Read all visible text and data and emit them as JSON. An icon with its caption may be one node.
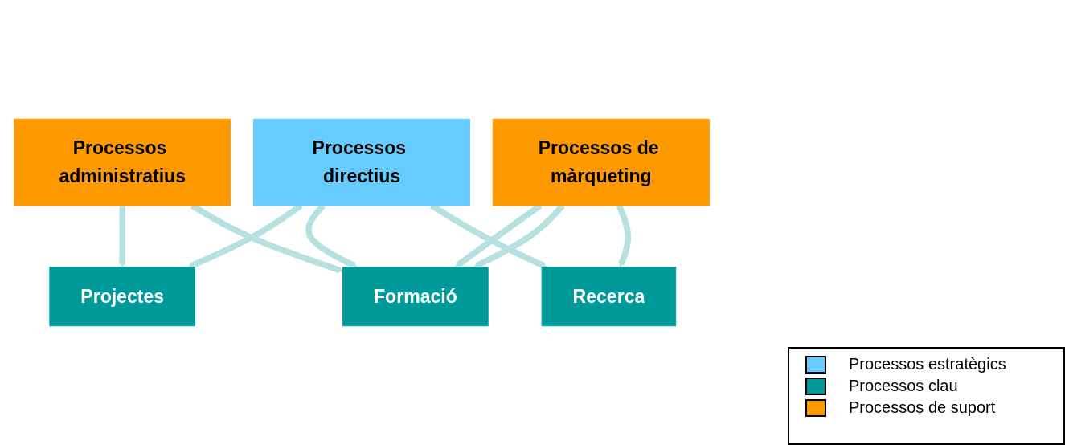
{
  "diagram": {
    "nodes": [
      {
        "text": [
          "Processos directius"
        ]
      },
      {
        "text": [
          "Projectes"
        ]
      },
      {
        "text": [
          "Formació"
        ]
      },
      {
        "text": [
          "Recerca"
        ]
      },
      {
        "text": [
          "Processos administratius"
        ]
      },
      {
        "text": [
          "Processos de màrqueting"
        ]
      }
    ],
    "edges": [
      {
        "from": 0,
        "to": 1,
        "arrow": "to"
      },
      {
        "from": 0,
        "to": 2,
        "arrow": "to"
      },
      {
        "from": 0,
        "to": 3,
        "arrow": "to"
      },
      {
        "from": 4,
        "to": 1,
        "arrow": "to"
      },
      {
        "from": 4,
        "to": 2,
        "arrow": "to"
      },
      {
        "from": 5,
        "to": 2,
        "arrow": "to"
      },
      {
        "from": 5,
        "to": 2,
        "arrow": "to"
      },
      {
        "from": 5,
        "to": 3,
        "arrow": "to"
      }
    ],
    "legend": [
      {
        "text": "Processos estratègics",
        "color": "#66ccff"
      },
      {
        "text": "Processos clau",
        "color": "#009999"
      },
      {
        "text": "Processos de suport",
        "color": "#ff9900"
      }
    ]
  }
}
